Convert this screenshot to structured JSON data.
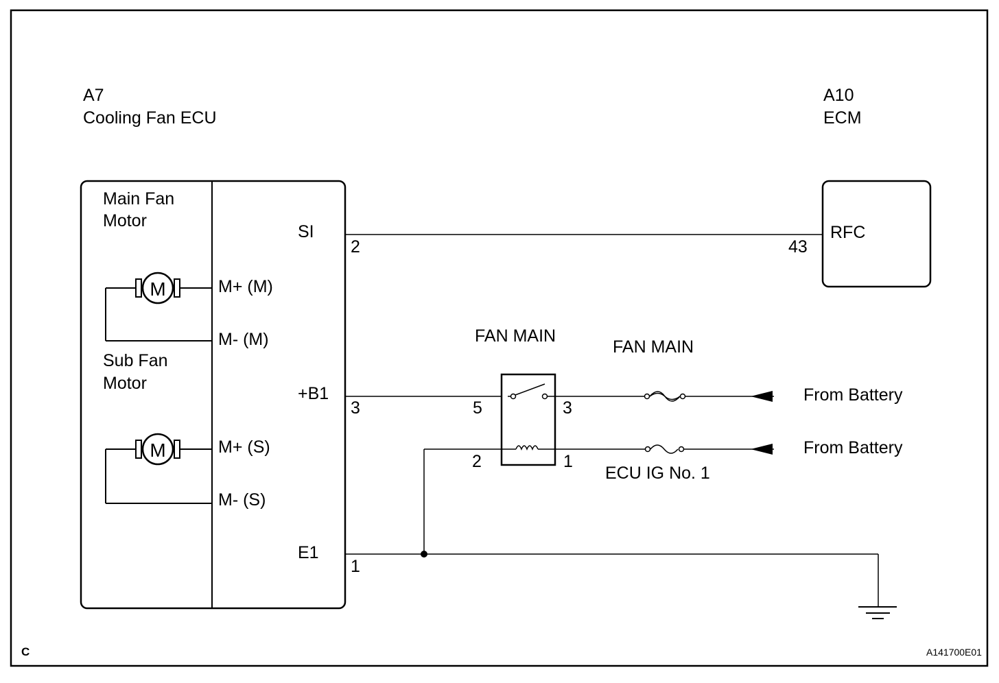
{
  "ecu": {
    "code": "A7",
    "name": "Cooling Fan ECU"
  },
  "ecm": {
    "code": "A10",
    "name": "ECM",
    "terminal": "RFC",
    "pin": "43"
  },
  "motors": {
    "main": {
      "label_line1": "Main Fan",
      "label_line2": "Motor",
      "symbol": "M",
      "plus": "M+ (M)",
      "minus": "M- (M)"
    },
    "sub": {
      "label_line1": "Sub Fan",
      "label_line2": "Motor",
      "symbol": "M",
      "plus": "M+ (S)",
      "minus": "M- (S)"
    }
  },
  "terminals": {
    "si": {
      "name": "SI",
      "pin": "2"
    },
    "b1": {
      "name": "+B1",
      "pin": "3"
    },
    "e1": {
      "name": "E1",
      "pin": "1"
    }
  },
  "relay": {
    "name": "FAN MAIN",
    "pin_5": "5",
    "pin_3": "3",
    "pin_2": "2",
    "pin_1": "1"
  },
  "fuses": {
    "fan_main": {
      "name": "FAN MAIN"
    },
    "ecu_ig": {
      "name": "ECU IG No. 1"
    }
  },
  "sources": {
    "battery_1": "From Battery",
    "battery_2": "From Battery"
  },
  "footer": {
    "corner": "C",
    "figure_id": "A141700E01"
  }
}
